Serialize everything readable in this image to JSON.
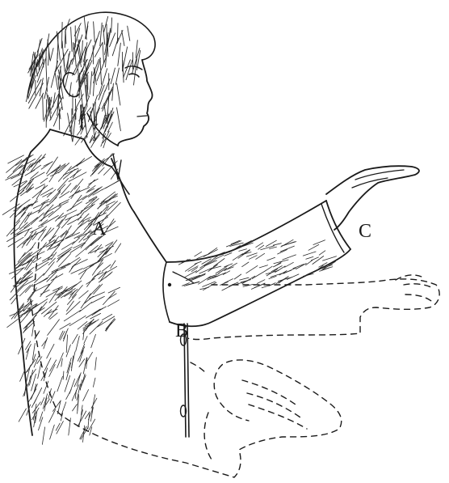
{
  "labels": {
    "a": "A",
    "b": "B",
    "c": "C"
  },
  "colors": {
    "ink": "#1a1a1a",
    "paper": "#ffffff"
  }
}
